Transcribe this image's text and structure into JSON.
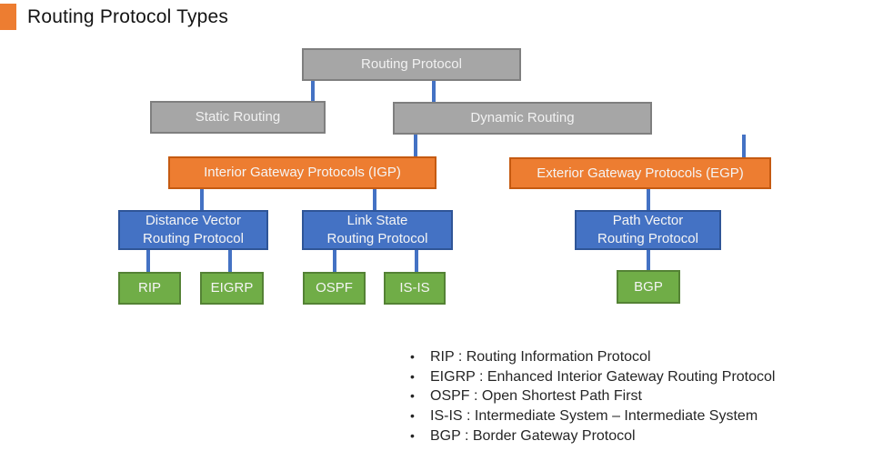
{
  "title": "Routing Protocol Types",
  "colors": {
    "accent_orange": "#ED7D31",
    "orange_fill": "#ED7D31",
    "orange_border": "#C55A11",
    "gray_fill": "#A6A6A6",
    "gray_border": "#7F7F7F",
    "blue_fill": "#4472C4",
    "blue_border": "#2F5597",
    "green_fill": "#70AD47",
    "green_border": "#548235",
    "connector_blue": "#4472C4"
  },
  "tree": {
    "root": "Routing Protocol",
    "static_routing": "Static Routing",
    "dynamic_routing": "Dynamic Routing",
    "igp": "Interior Gateway Protocols (IGP)",
    "egp": "Exterior Gateway Protocols (EGP)",
    "distance_vector": "Distance Vector\nRouting Protocol",
    "link_state": "Link State\nRouting Protocol",
    "path_vector": "Path Vector\nRouting Protocol",
    "rip": "RIP",
    "eigrp": "EIGRP",
    "ospf": "OSPF",
    "isis": "IS-IS",
    "bgp": "BGP"
  },
  "legend": {
    "items": [
      "RIP : Routing Information Protocol",
      "EIGRP : Enhanced Interior Gateway Routing Protocol",
      "OSPF : Open Shortest Path First",
      "IS-IS : Intermediate System – Intermediate System",
      "BGP : Border Gateway Protocol"
    ]
  }
}
